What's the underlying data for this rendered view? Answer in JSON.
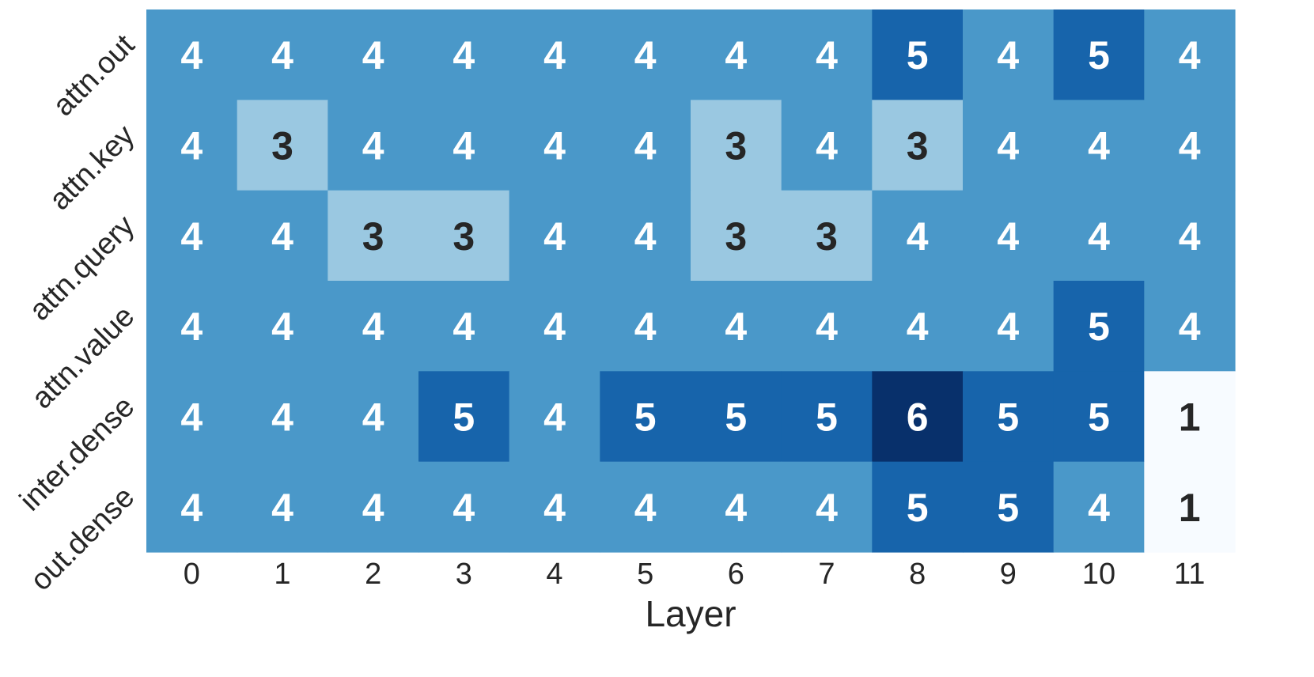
{
  "chart_data": {
    "type": "heatmap",
    "title": "",
    "xlabel": "Layer",
    "ylabel": "",
    "x_categories": [
      "0",
      "1",
      "2",
      "3",
      "4",
      "5",
      "6",
      "7",
      "8",
      "9",
      "10",
      "11"
    ],
    "y_categories": [
      "attn.out",
      "attn.key",
      "attn.query",
      "attn.value",
      "inter.dense",
      "out.dense"
    ],
    "values": [
      [
        4,
        4,
        4,
        4,
        4,
        4,
        4,
        4,
        5,
        4,
        5,
        4
      ],
      [
        4,
        3,
        4,
        4,
        4,
        4,
        3,
        4,
        3,
        4,
        4,
        4
      ],
      [
        4,
        4,
        3,
        3,
        4,
        4,
        3,
        3,
        4,
        4,
        4,
        4
      ],
      [
        4,
        4,
        4,
        4,
        4,
        4,
        4,
        4,
        4,
        4,
        5,
        4
      ],
      [
        4,
        4,
        4,
        5,
        4,
        5,
        5,
        5,
        6,
        5,
        5,
        1
      ],
      [
        4,
        4,
        4,
        4,
        4,
        4,
        4,
        4,
        5,
        5,
        4,
        1
      ]
    ],
    "colormap": {
      "1": "#f7fbff",
      "3": "#9ac8e1",
      "4": "#4a98c9",
      "5": "#1764ab",
      "6": "#08306b"
    },
    "annotation_colors": {
      "dark_text": "#262626",
      "light_text": "#ffffff"
    },
    "grid": false,
    "colorbar": false
  }
}
